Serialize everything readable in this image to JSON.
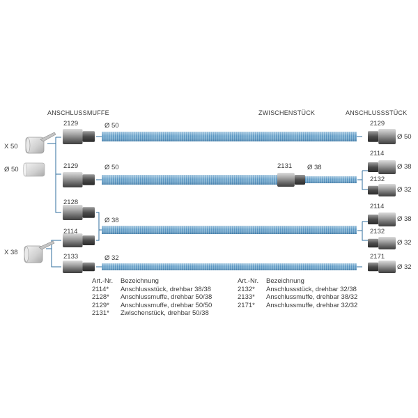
{
  "headers": {
    "left": "ANSCHLUSSMUFFE",
    "middle": "ZWISCHENSTÜCK",
    "right": "ANSCHLUSSSTÜCK"
  },
  "side_labels": {
    "x50": "X 50",
    "d50": "Ø 50",
    "x38": "X 38"
  },
  "part_numbers": {
    "row1_left": "2129",
    "row2_left": "2129",
    "row3a_left": "2128",
    "row3b_left": "2114",
    "row4_left": "2133",
    "row1_right": "2129",
    "row2_right_a": "2114",
    "row2_right_b": "2132",
    "row3_right_a": "2114",
    "row3_right_b": "2132",
    "row4_right": "2171",
    "middle": "2131"
  },
  "diameters": {
    "row1_hose": "Ø 50",
    "row2_hose": "Ø 50",
    "row2_after": "Ø 38",
    "row3_hose": "Ø 38",
    "row4_hose": "Ø 32",
    "row1_end": "Ø 50",
    "row2_end_a": "Ø 38",
    "row2_end_b": "Ø 32",
    "row3_end_a": "Ø 38",
    "row3_end_b": "Ø 32",
    "row4_end": "Ø 32"
  },
  "legend": {
    "col_header_nr": "Art.-Nr.",
    "col_header_desc": "Bezeichnung",
    "left": [
      {
        "nr": "2114*",
        "desc": "Anschlussstück, drehbar 38/38"
      },
      {
        "nr": "2128*",
        "desc": "Anschlussmuffe, drehbar 50/38"
      },
      {
        "nr": "2129*",
        "desc": "Anschlussmuffe, drehbar 50/50"
      },
      {
        "nr": "2131*",
        "desc": "Zwischenstück, drehbar 50/38"
      }
    ],
    "right": [
      {
        "nr": "2132*",
        "desc": "Anschlussstück, drehbar 32/38"
      },
      {
        "nr": "2133*",
        "desc": "Anschlussmuffe, drehbar 38/32"
      },
      {
        "nr": "2171*",
        "desc": "Anschlussmuffe, drehbar 32/32"
      }
    ]
  },
  "colors": {
    "hose": "#7fb3d3",
    "hose_rib": "#4d8fbe",
    "connector": "#8a8a8a",
    "line": "#2f6e9c"
  }
}
